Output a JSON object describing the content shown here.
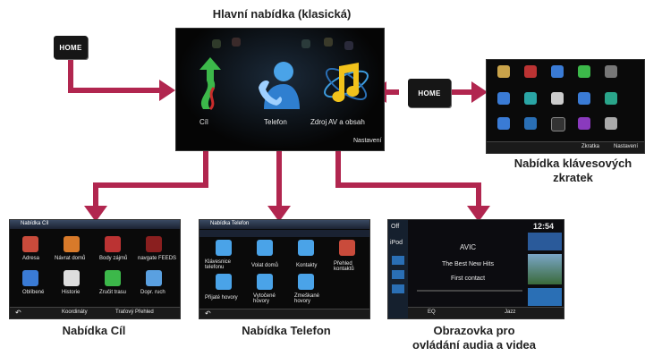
{
  "main_menu": {
    "title": "Hlavní nabídka (klasická)",
    "items": [
      "Cíl",
      "Telefon",
      "Zdroj AV a obsah"
    ],
    "footer": "Nastavení"
  },
  "home_label": "HOME",
  "shortcut_menu": {
    "title_line1": "Nabídka klávesových",
    "title_line2": "zkratek",
    "footer_left": "Zkratka",
    "footer_right": "Nastavení"
  },
  "dest_menu": {
    "caption": "Nabídka Cíl",
    "header": "Nabídka Cíl",
    "items": [
      "Adresa",
      "Návrat domů",
      "Body zájmů",
      "navgate FEEDS",
      "Oblíbené",
      "Historie",
      "Zručit trasu",
      "Dopr. ruch"
    ],
    "footer_left": "Koordináty",
    "footer_right": "Traťový Přehled"
  },
  "phone_menu": {
    "caption": "Nabídka Telefon",
    "header": "Nabídka Telefon",
    "items": [
      "Klávesnice telefonu",
      "Volat domů",
      "Kontakty",
      "Přehled kontaktů",
      "Přijaté hovory",
      "Vytočené hovory",
      "Zmeškané hovory"
    ]
  },
  "av_screen": {
    "caption_line1": "Obrazovka pro",
    "caption_line2": "ovládání audia a videa",
    "title": "AVIC",
    "line2": "The Best New Hits",
    "line3": "First contact",
    "time": "12:54",
    "side_top": "Off",
    "side_ipod": "iPod",
    "footer_eq": "EQ",
    "footer_jazz": "Jazz"
  },
  "colors": {
    "arrow": "#b1264f",
    "screen_bg": "#0a0a0a",
    "header_blue": "#2b3a55"
  }
}
